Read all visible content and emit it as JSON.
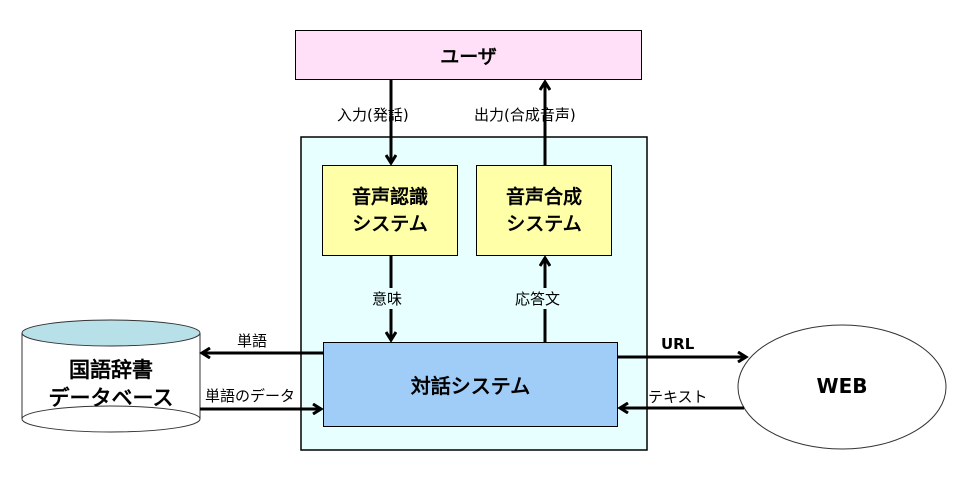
{
  "diagram": {
    "colors": {
      "user_fill": "#FFE0F8",
      "container_fill": "#E8FFFF",
      "subsystem_fill": "#FFFFA8",
      "dialogue_fill": "#A0CCF8",
      "database_top_fill": "#B8E0E8",
      "web_fill": "#FFFFFF",
      "line": "#000000"
    },
    "nodes": {
      "user": "ユーザ",
      "speech_recognition": [
        "音声認識",
        "システム"
      ],
      "speech_synthesis": [
        "音声合成",
        "システム"
      ],
      "dialogue_system": "対話システム",
      "dictionary_db": [
        "国語辞書",
        "データベース"
      ],
      "web": "WEB"
    },
    "edges": {
      "input": "入力(発話)",
      "output": "出力(合成音声)",
      "meaning": "意味",
      "response": "応答文",
      "word": "単語",
      "word_data": "単語のデータ",
      "url": "URL",
      "text": "テキスト"
    }
  }
}
